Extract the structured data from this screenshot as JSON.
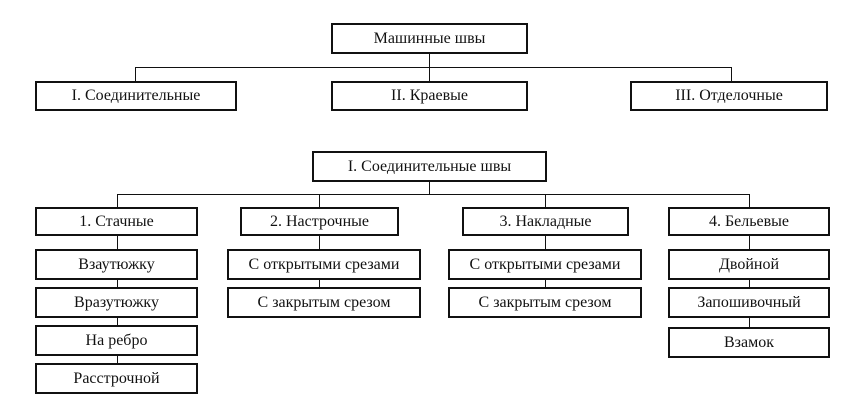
{
  "top_chart": {
    "root": "Машинные швы",
    "children": [
      "I. Соединительные",
      "II. Краевые",
      "III. Отделочные"
    ]
  },
  "bottom_chart": {
    "root": "I. Соединительные швы",
    "groups": [
      {
        "title": "1. Стачные",
        "items": [
          "Взаутюжку",
          "Вразутюжку",
          "На ребро",
          "Расстрочной"
        ]
      },
      {
        "title": "2. Настрочные",
        "items": [
          "С открытыми срезами",
          "С закрытым срезом"
        ]
      },
      {
        "title": "3. Накладные",
        "items": [
          "С открытыми срезами",
          "С закрытым срезом"
        ]
      },
      {
        "title": "4. Бельевые",
        "items": [
          "Двойной",
          "Запошивочный",
          "Взамок"
        ]
      }
    ]
  }
}
